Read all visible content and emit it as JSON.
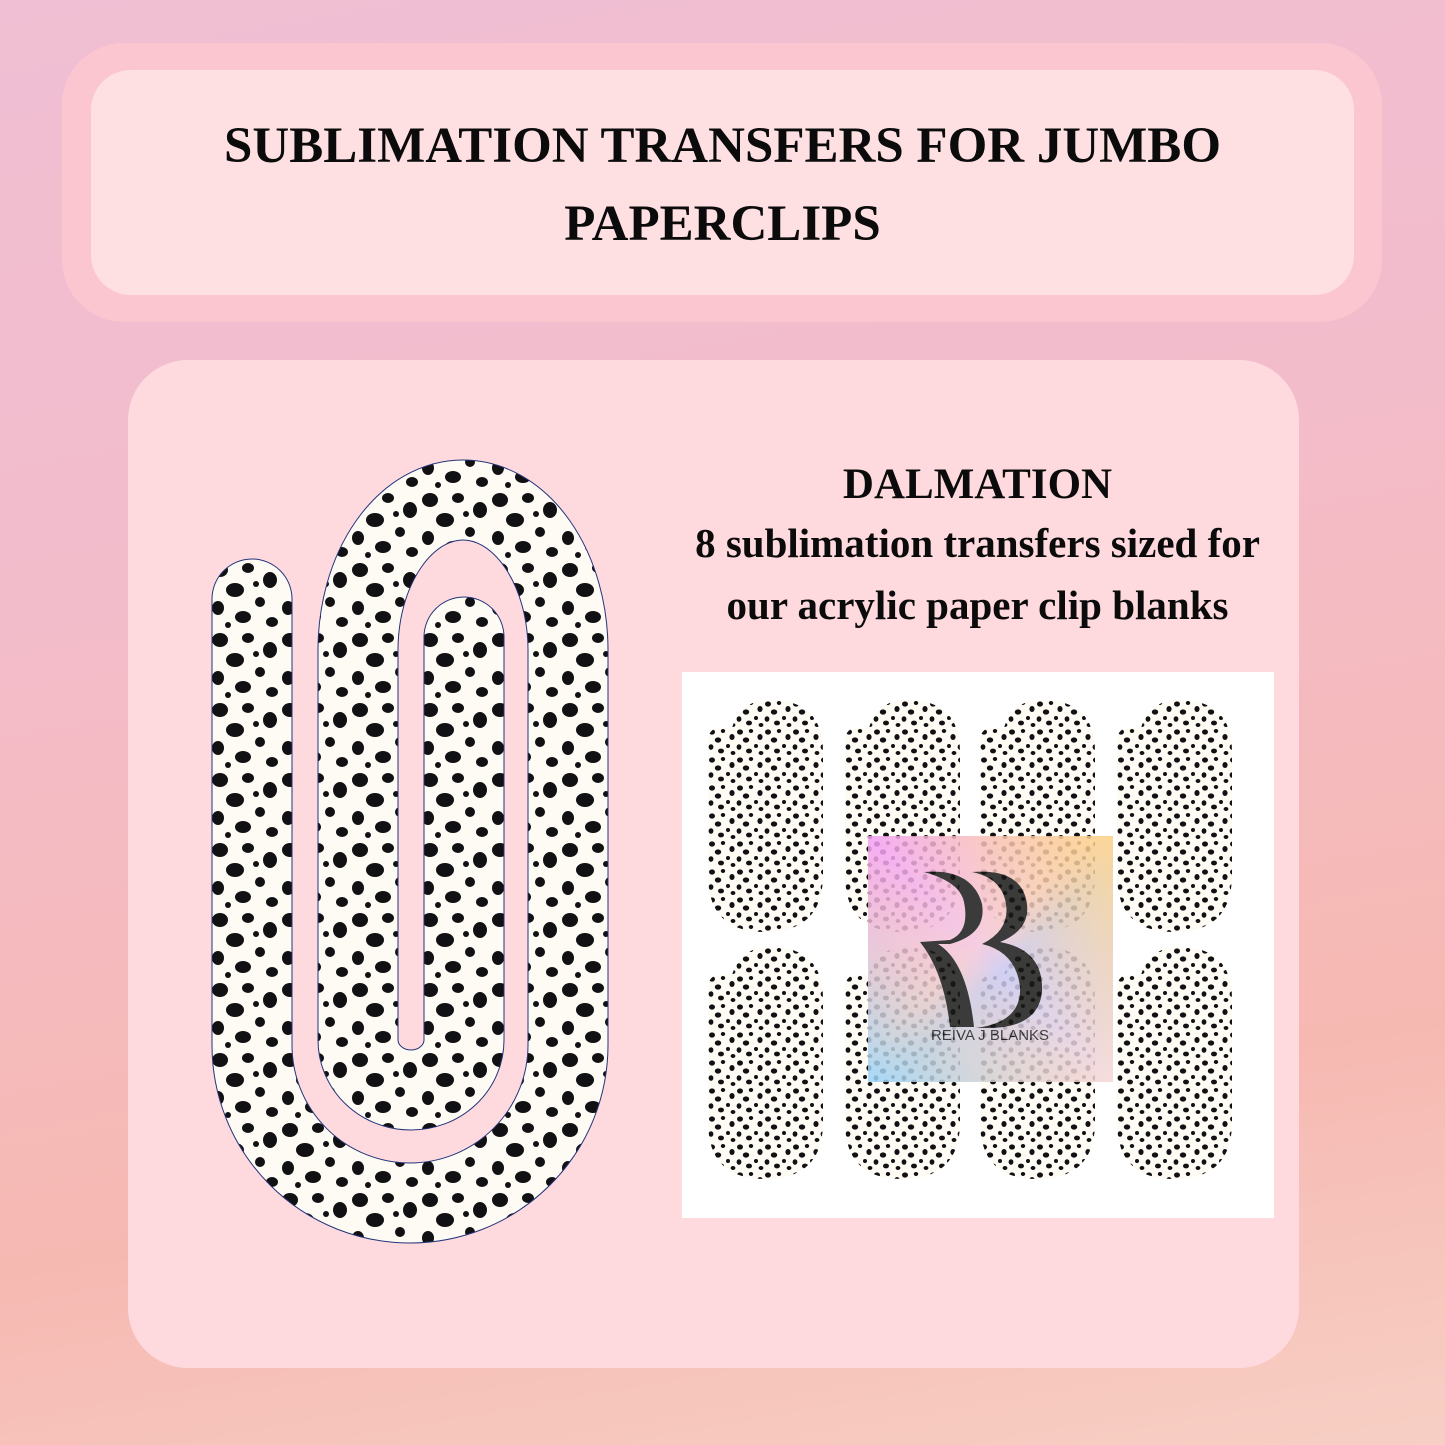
{
  "header": {
    "title": "SUBLIMATION TRANSFERS FOR JUMBO PAPERCLIPS"
  },
  "product": {
    "pattern_name": "DALMATION",
    "description_line1": "8 sublimation transfers sized for",
    "description_line2": "our acrylic paper clip blanks"
  },
  "sheet": {
    "transfer_count": 8
  },
  "logo": {
    "monogram": "RB",
    "text": "REIVA J BLANKS"
  },
  "colors": {
    "header_outer": "#fcc6d1",
    "header_inner": "#fee0e3",
    "card": "#fedade",
    "spot": "#111114",
    "base": "#fdfbf4"
  }
}
